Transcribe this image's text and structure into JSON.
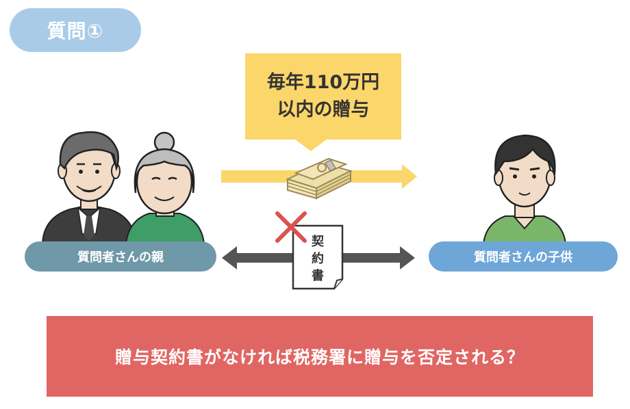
{
  "header": {
    "question_label": "質問①"
  },
  "gift_bubble": {
    "line1": "毎年110万円",
    "line2": "以内の贈与"
  },
  "parent": {
    "label": "質問者さんの親"
  },
  "child": {
    "label": "質問者さんの子供"
  },
  "contract_document": {
    "chars": [
      "契",
      "約",
      "書"
    ]
  },
  "banner": {
    "text": "贈与契約書がなければ税務署に贈与を否定される？"
  },
  "colors": {
    "tag": "#a9cbe8",
    "bubble": "#fbd66a",
    "gift_arrow": "#fbd66a",
    "contract_arrow": "#555555",
    "parent_pill": "#6f98a8",
    "child_pill": "#6fa6d8",
    "banner": "#e06663",
    "cross_mark": "#d9534f"
  },
  "icons": [
    "elderly-man-icon",
    "elderly-woman-icon",
    "young-person-icon",
    "money-stack-icon",
    "cross-mark-icon",
    "document-icon"
  ]
}
